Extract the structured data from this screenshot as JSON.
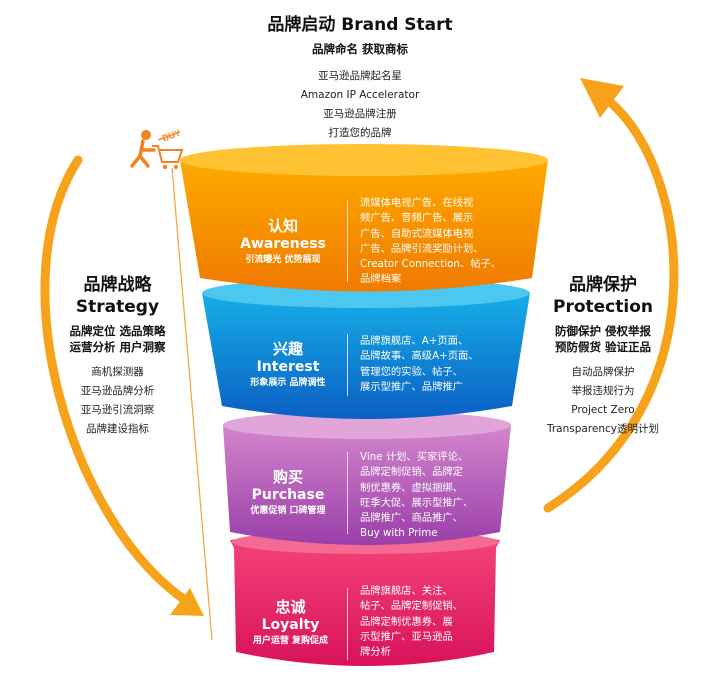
{
  "brand_start": {
    "title": "品牌启动 Brand Start",
    "subtitle": "品牌命名 获取商标",
    "items": [
      "亚马逊品牌起名星",
      "Amazon IP Accelerator",
      "亚马逊品牌注册",
      "打造您的品牌"
    ]
  },
  "strategy": {
    "title_cn": "品牌战略",
    "title_en": "Strategy",
    "sub_lines": [
      "品牌定位 选品策略",
      "运营分析 用户洞察"
    ],
    "items": [
      "商机探测器",
      "亚马逊品牌分析",
      "亚马逊引流洞察",
      "品牌建设指标"
    ]
  },
  "protection": {
    "title_cn": "品牌保护",
    "title_en": "Protection",
    "sub_lines": [
      "防御保护 侵权举报",
      "预防假货 验证正品"
    ],
    "items": [
      "自动品牌保护",
      "举报违规行为",
      "Project Zero",
      "Transparency透明计划"
    ]
  },
  "cart_label": "BUY",
  "stages": [
    {
      "cn": "认知",
      "en": "Awareness",
      "sub": "引流曝光 优势展现",
      "desc": [
        "流媒体电视广告、在线视",
        "频广告、音频广告、展示",
        "广告、自助式流媒体电视",
        "广告、品牌引流奖励计划、",
        "Creator Connection、帖子、",
        "品牌档案"
      ],
      "color_top": "#FFB000",
      "color_bottom": "#F07A00"
    },
    {
      "cn": "兴趣",
      "en": "Interest",
      "sub": "形象展示 品牌调性",
      "desc": [
        "品牌旗舰店、A+页面、",
        "品牌故事、高级A+页面、",
        "管理您的实验、帖子、",
        "展示型推广、品牌推广"
      ],
      "color_top": "#17B6EA",
      "color_bottom": "#0B5FC4"
    },
    {
      "cn": "购买",
      "en": "Purchase",
      "sub": "优惠促销 口碑管理",
      "desc": [
        "Vine 计划、买家评论、",
        "品牌定制促销、品牌定",
        "制优惠券、虚拟捆绑、",
        "旺季大促、展示型推广、",
        "品牌推广、商品推广、",
        "Buy with Prime"
      ],
      "color_top": "#D88BD0",
      "color_bottom": "#9A3FA8"
    },
    {
      "cn": "忠诚",
      "en": "Loyalty",
      "sub": "用户运营 复购促成",
      "desc": [
        "品牌旗舰店、关注、",
        "帖子、品牌定制促销、",
        "品牌定制优惠券、展",
        "示型推广、亚马逊品",
        "牌分析"
      ],
      "color_top": "#F5477A",
      "color_bottom": "#D8125A"
    }
  ]
}
